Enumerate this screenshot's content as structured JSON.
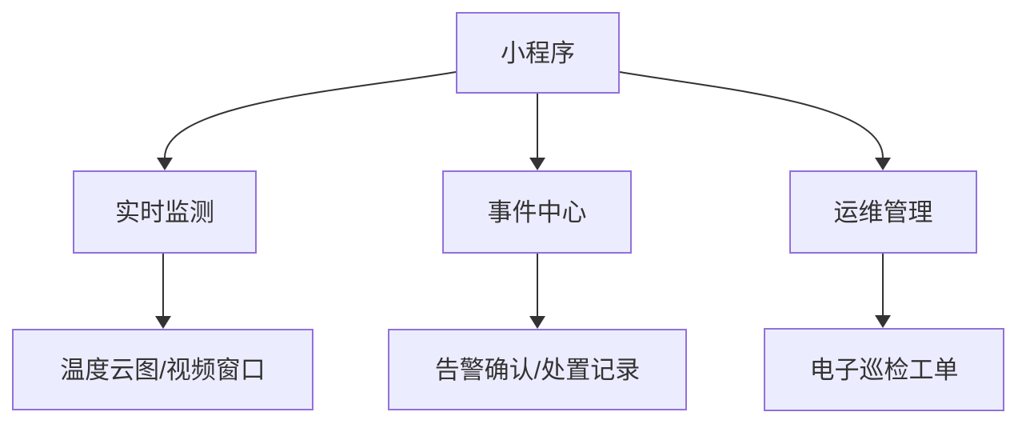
{
  "diagram": {
    "type": "flowchart-top-down",
    "colors": {
      "background": "#FFFFFF",
      "node_fill": "#ECECFF",
      "node_border": "#9370DB",
      "node_text": "#333333",
      "edge_line": "#333333"
    },
    "nodes": [
      {
        "id": "app",
        "label": "小程序",
        "level": 0
      },
      {
        "id": "realtime-monitoring",
        "label": "实时监测",
        "level": 1
      },
      {
        "id": "event-center",
        "label": "事件中心",
        "level": 1
      },
      {
        "id": "ops-management",
        "label": "运维管理",
        "level": 1
      },
      {
        "id": "thermal-cloudmap-video",
        "label": "温度云图/视频窗口",
        "level": 2
      },
      {
        "id": "alarm-confirm-records",
        "label": "告警确认/处置记录",
        "level": 2
      },
      {
        "id": "e-inspection-workorder",
        "label": "电子巡检工单",
        "level": 2
      }
    ],
    "edges": [
      {
        "from": "app",
        "to": "realtime-monitoring"
      },
      {
        "from": "app",
        "to": "event-center"
      },
      {
        "from": "app",
        "to": "ops-management"
      },
      {
        "from": "realtime-monitoring",
        "to": "thermal-cloudmap-video"
      },
      {
        "from": "event-center",
        "to": "alarm-confirm-records"
      },
      {
        "from": "ops-management",
        "to": "e-inspection-workorder"
      }
    ]
  }
}
